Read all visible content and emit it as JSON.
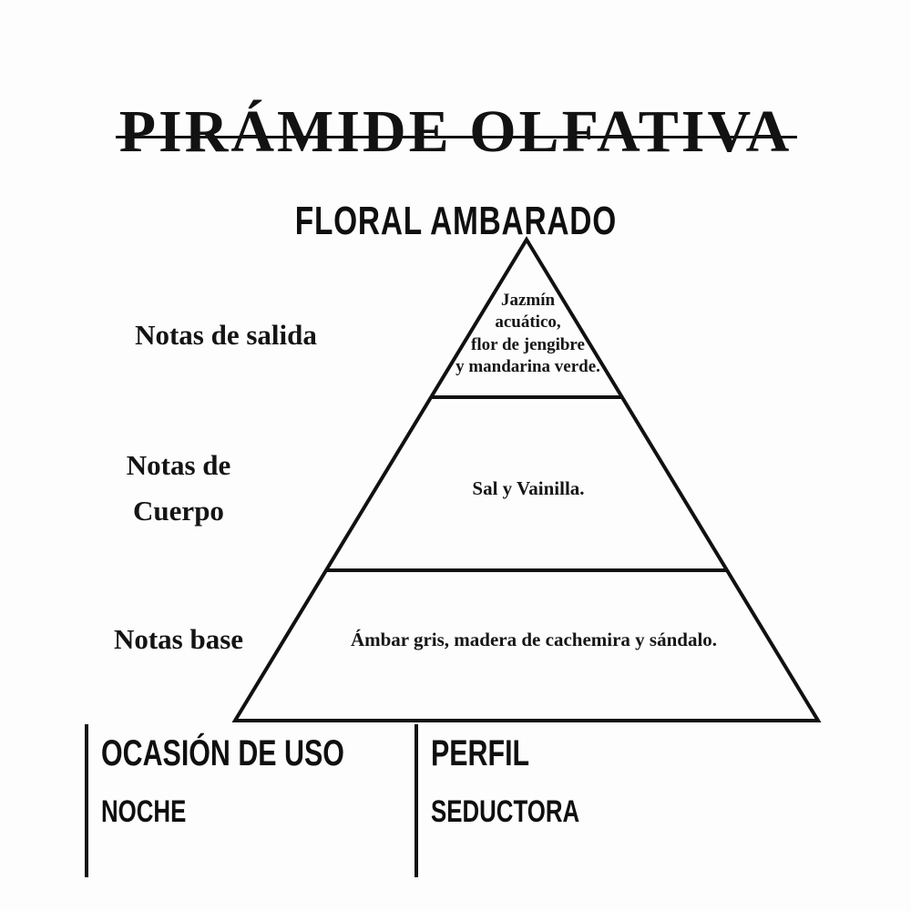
{
  "title": "PIRÁMIDE OLFATIVA",
  "fragrance_family": "FLORAL AMBARADO",
  "pyramid": {
    "top": {
      "label": "Notas de salida",
      "notes": "Jazmín\nacuático,\nflor de jengibre\ny mandarina verde."
    },
    "heart": {
      "label": "Notas de\nCuerpo",
      "notes": "Sal y Vainilla."
    },
    "base": {
      "label": "Notas base",
      "notes": "Ámbar gris, madera de cachemira y sándalo."
    }
  },
  "footer": {
    "occasion_label": "OCASIÓN DE USO",
    "occasion_value": "NOCHE",
    "profile_label": "PERFIL",
    "profile_value": "SEDUCTORA"
  },
  "colors": {
    "ink": "#111111",
    "background": "#fdfdfd"
  }
}
